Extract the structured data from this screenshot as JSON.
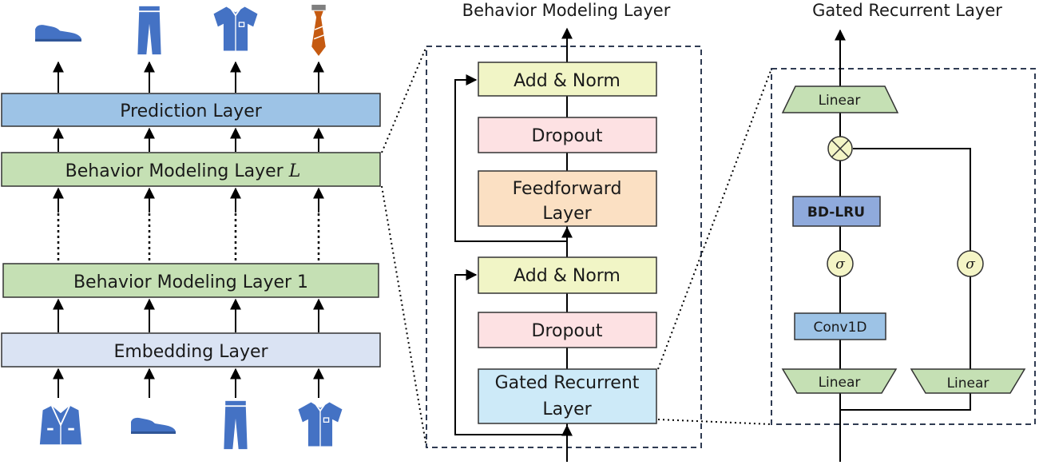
{
  "colors": {
    "prediction": "#9dc3e6",
    "behavior": "#c5e0b4",
    "embedding": "#dae3f3",
    "add_norm": "#f1f5c6",
    "dropout": "#fde1e3",
    "feedforward": "#fbe0c3",
    "gated": "#cdeaf8",
    "linear": "#c5e0b4",
    "bdlru": "#8faadc",
    "conv": "#9dc3e6",
    "sigma": "#f4f5c6",
    "icons": "#4472c4",
    "tie": "#c55a11"
  },
  "left_stack": {
    "prediction_label": "Prediction Layer",
    "behavior_L_label": "Behavior Modeling Layer ",
    "behavior_L_var": "L",
    "behavior_1_label": "Behavior Modeling Layer 1",
    "embedding_label": "Embedding Layer",
    "output_icons": [
      "shoe-icon",
      "pants-icon",
      "shirt-icon",
      "tie-icon"
    ],
    "input_icons": [
      "jacket-icon",
      "shoe-icon",
      "pants-icon",
      "shirt-icon"
    ]
  },
  "middle": {
    "title": "Behavior Modeling Layer",
    "add_norm_top": "Add & Norm",
    "dropout_top": "Dropout",
    "feedforward_line1": "Feedforward",
    "feedforward_line2": "Layer",
    "add_norm_bottom": "Add & Norm",
    "dropout_bottom": "Dropout",
    "gated_line1": "Gated Recurrent",
    "gated_line2": "Layer"
  },
  "right": {
    "title": "Gated Recurrent Layer",
    "linear_top": "Linear",
    "multiply_symbol": "⊗",
    "bdlru": "BD-LRU",
    "sigma": "σ",
    "conv": "Conv1D",
    "linear_left": "Linear",
    "linear_right": "Linear"
  }
}
